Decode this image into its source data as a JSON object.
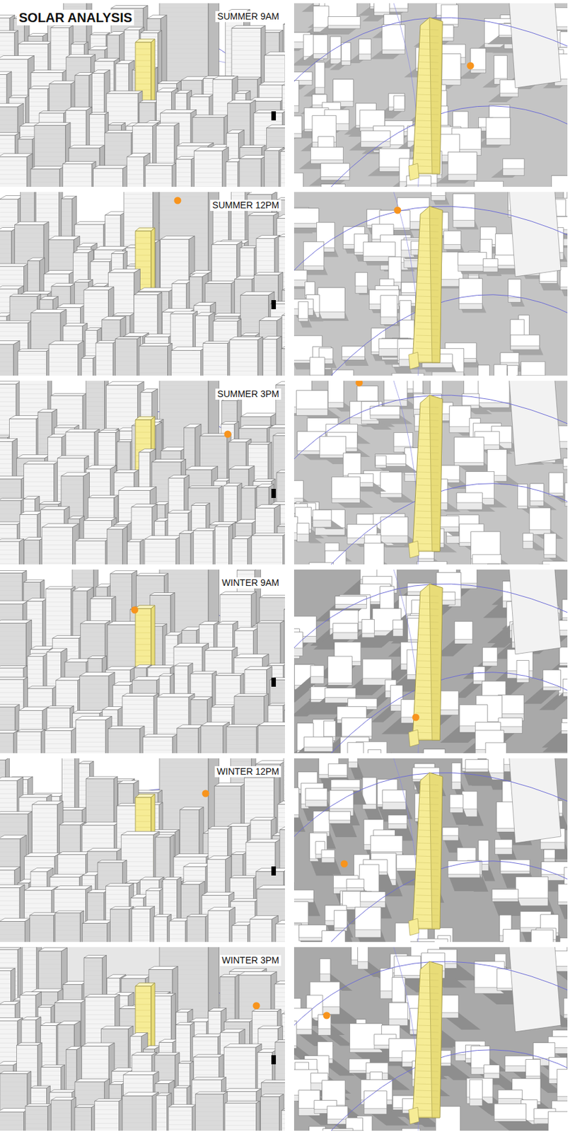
{
  "diagram": {
    "title": "SOLAR ANALYSIS",
    "labels": [
      "SUMMER 9AM",
      "SUMMER 12PM",
      "SUMMER 3PM",
      "WINTER 9AM",
      "WINTER 12PM",
      "WINTER 3PM"
    ]
  }
}
